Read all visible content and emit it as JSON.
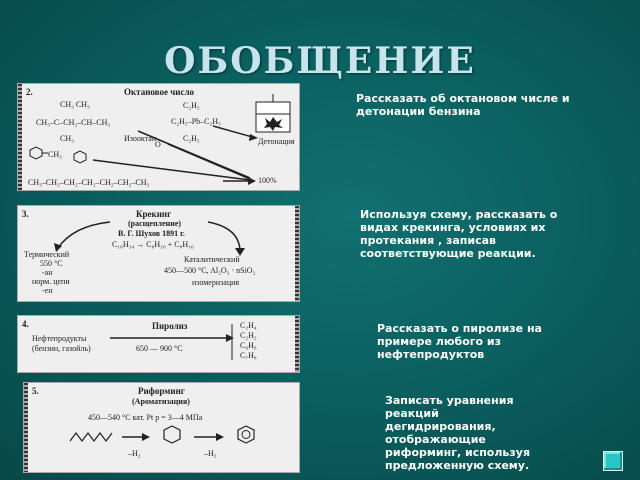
{
  "title": "ОБОБЩЕНИЕ",
  "panel1": {
    "number": "2.",
    "heading": "Октановое число",
    "isooctane_top": "CH₃      CH₃",
    "isooctane_mid": "CH₃–C–CH₂–CH–CH₃",
    "isooctane_bot": "CH₃",
    "isooctane_label": "Изооктан",
    "tel_top": "C₂H₅",
    "tel_mid": "C₂H₅–Pb–C₂H₅",
    "tel_bot": "C₂H₅",
    "toluene_label": "CH₃",
    "o_label": "O",
    "heptane": "CH₃–CH₂–CH₂–CH₂–CH₂–CH₂–CH₃",
    "detonation_label": "Детонация",
    "percent": "100%"
  },
  "panel2": {
    "number": "3.",
    "heading": "Крекинг",
    "subheading": "(расщепление)",
    "author": "В. Г. Шухов 1891 г.",
    "equation": "C₁₆H₃₄ → C₈H₁₈ + C₈H₁₆",
    "thermal": "Термический",
    "thermal_temp": "550 °C",
    "thermal_an": "-ан",
    "thermal_norm": "норм. цепи",
    "thermal_en": "-ен",
    "catalytic": "Каталитический",
    "catalytic_cond": "450—500 °C, Al₂O₃ · nSiO₂",
    "isomerization": "изомеризация"
  },
  "panel3": {
    "number": "4.",
    "products_line1": "Нефтепродукты",
    "products_line2": "(бензин, газойль)",
    "heading": "Пиролиз",
    "temp": "650 — 900 °C",
    "p1": "C₂H₄",
    "p2": "C₂H₂",
    "p3": "C₆H₆",
    "p4": "C₇H₈"
  },
  "panel4": {
    "number": "5.",
    "heading": "Риформинг",
    "subheading": "(Ароматизация)",
    "conditions": "450—540 °C  кат. Pt  p = 3—4 МПа",
    "h2_first": "–H₂",
    "h2_second": "–H₂"
  },
  "notes": {
    "note1": "Рассказать об октановом числе и детонации бензина",
    "note2": "Используя схему, рассказать о видах крекинга, условиях их протекания , записав соответствующие реакции.",
    "note3": "Рассказать о пиролизе на примере любого из нефтепродуктов",
    "note4": "Записать уравнения реакций дегидрирования, отображающие риформинг, используя предложенную схему."
  }
}
